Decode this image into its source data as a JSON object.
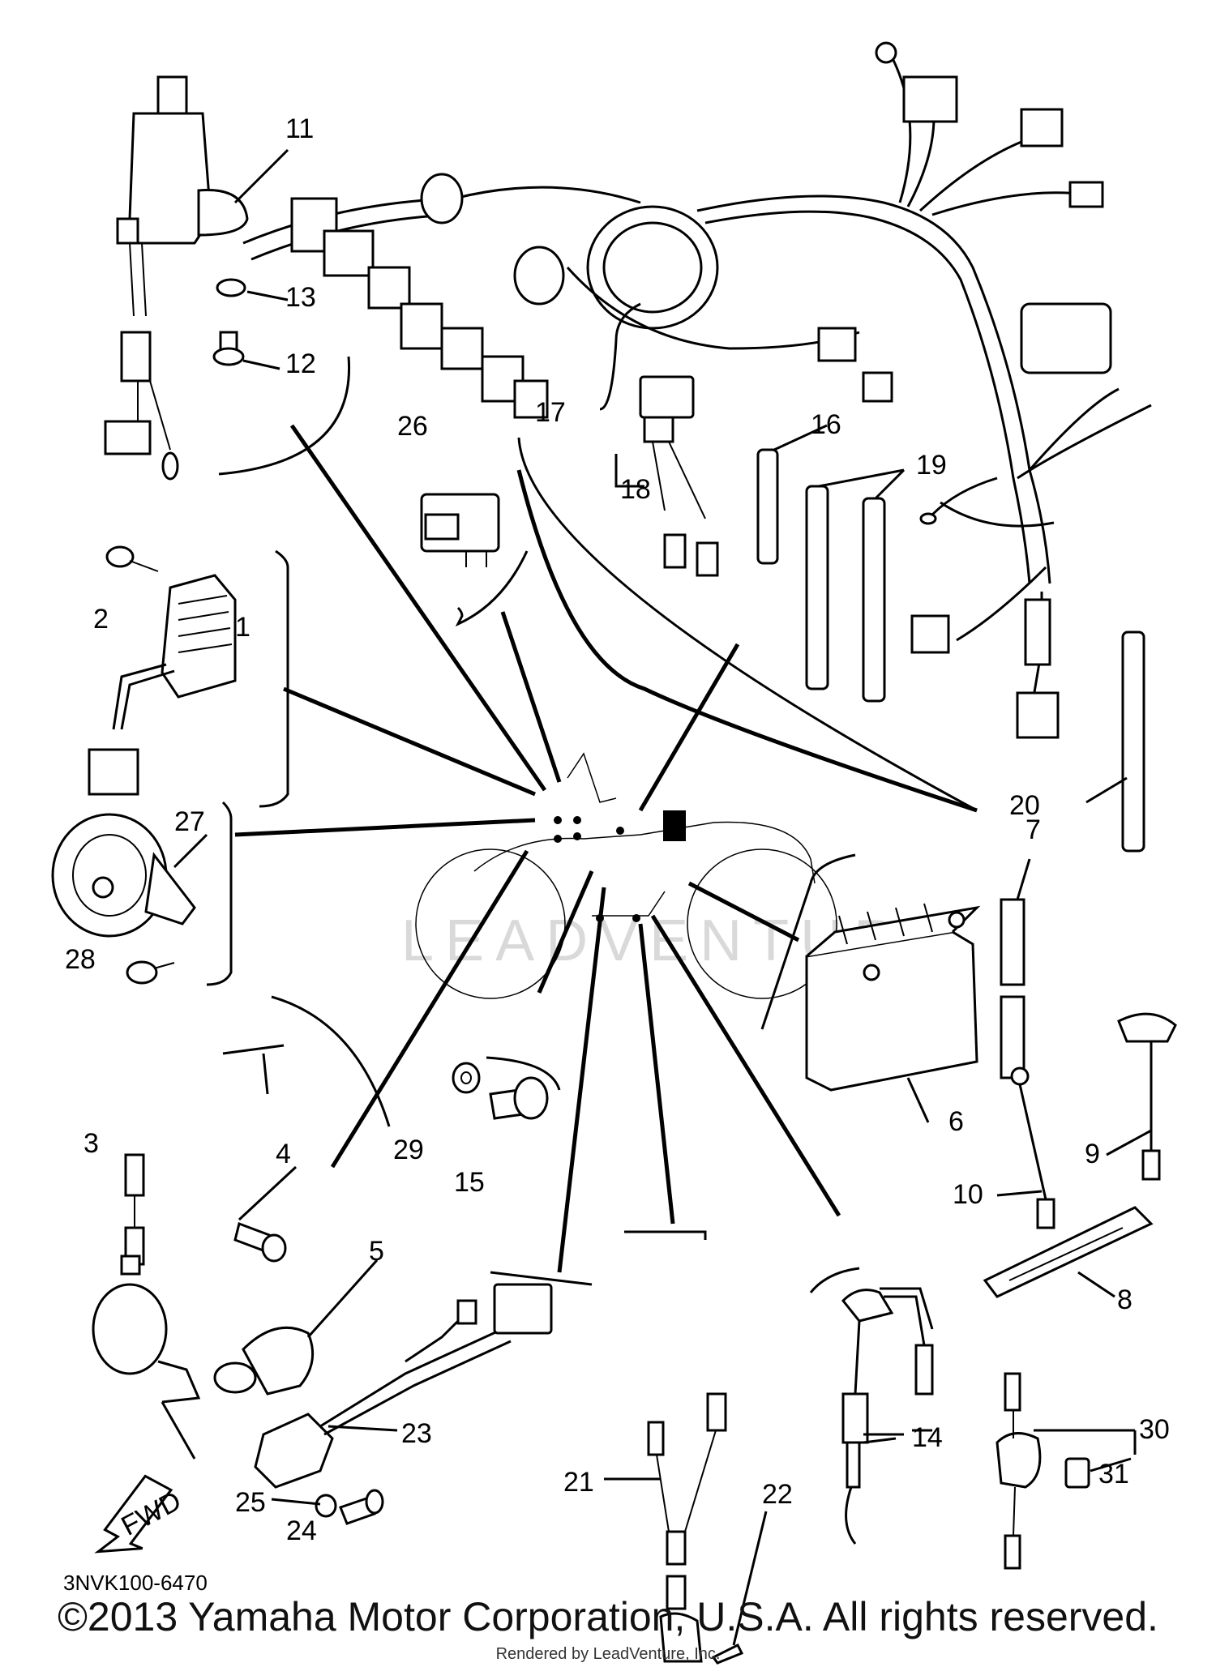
{
  "diagram": {
    "part_labels": [
      "1",
      "2",
      "3",
      "4",
      "5",
      "6",
      "7",
      "8",
      "9",
      "10",
      "11",
      "12",
      "13",
      "14",
      "15",
      "16",
      "17",
      "18",
      "19",
      "20",
      "21",
      "22",
      "23",
      "24",
      "25",
      "26",
      "27",
      "28",
      "29",
      "30",
      "31"
    ],
    "direction_label": "FWD",
    "drawing_code": "3NVK100-6470",
    "watermark": "LEADVENTURE"
  },
  "footer": {
    "copyright": "©2013 Yamaha Motor Corporation, U.S.A. All rights reserved.",
    "rendered_by": "Rendered by LeadVenture, Inc."
  }
}
